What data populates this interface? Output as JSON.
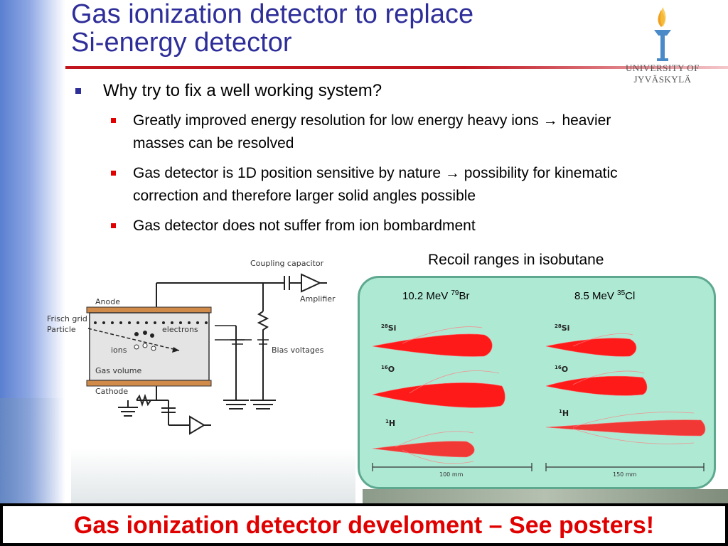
{
  "title": {
    "line1": "Gas ionization detector to replace",
    "line2": "Si-energy detector"
  },
  "logo": {
    "text": "UNIVERSITY OF JYVÄSKYLÄ",
    "icon": "torch-icon"
  },
  "bullets": {
    "main": "Why try to fix a well working system?",
    "sub": [
      "Greatly improved energy resolution for low energy heavy ions → heavier masses can be resolved",
      "Gas detector is 1D position sensitive by nature → possibility for kinematic correction and therefore larger solid angles possible",
      "Gas detector does not suffer from ion bombardment"
    ]
  },
  "circuit": {
    "coupling_capacitor": "Coupling capacitor",
    "amplifier": "Amplifier",
    "anode": "Anode",
    "frisch_grid": "Frisch grid",
    "particle": "Particle",
    "electrons": "electrons",
    "ions": "ions",
    "gas_volume": "Gas volume",
    "cathode": "Cathode",
    "bias_voltages": "Bias voltages"
  },
  "recoil": {
    "caption": "Recoil ranges in isobutane",
    "left": {
      "heading_main": "10.2 MeV ",
      "heading_sup": "79",
      "heading_el": "Br",
      "tracks": [
        {
          "sup": "28",
          "el": "Si"
        },
        {
          "sup": "16",
          "el": "O"
        },
        {
          "sup": "1",
          "el": "H"
        }
      ],
      "scale": "100 mm"
    },
    "right": {
      "heading_main": "8.5 MeV ",
      "heading_sup": "35",
      "heading_el": "Cl",
      "tracks": [
        {
          "sup": "28",
          "el": "Si"
        },
        {
          "sup": "16",
          "el": "O"
        },
        {
          "sup": "1",
          "el": "H"
        }
      ],
      "scale": "150 mm"
    },
    "track_color": "#ff0000"
  },
  "banner": {
    "text": "Gas ionization detector develoment – See posters!",
    "color": "#e00000"
  }
}
